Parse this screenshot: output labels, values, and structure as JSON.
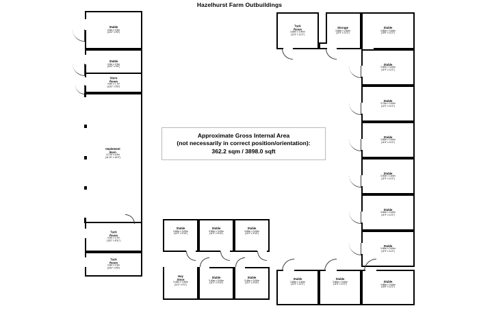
{
  "title": "Hazelhurst Farm Outbuildings",
  "gia": {
    "line1": "Approximate Gross Internal Area",
    "line2": "(not necessarily in correct position/orientation):",
    "line3": "362.2 sqm / 3898.0 sqft"
  },
  "rooms": {
    "left_stable_1": {
      "name": "Stable",
      "metric": "4.9m x 2.9m",
      "imperial": "(16'2\" x 9'6\")"
    },
    "left_stable_2": {
      "name": "Stable",
      "metric": "4.9m x 2.9m",
      "imperial": "(16'2\" x 9'6\")"
    },
    "left_store": {
      "name": "Store",
      "name2": "Room",
      "metric": "4.9m x 1.7m",
      "imperial": "(16'2\" x 5'6\")"
    },
    "implement_barn": {
      "name": "Implement",
      "name2": "Barn",
      "metric": "12.7m x 4.9m",
      "imperial": "(41'10\" x 16'2\")"
    },
    "left_tack_1": {
      "name": "Tack",
      "name2": "Room",
      "metric": "4.9m x 3.7m",
      "imperial": "(16'2\" x 8'11\")"
    },
    "left_tack_2": {
      "name": "Tack",
      "name2": "Room",
      "metric": "4.9m x 1.9m",
      "imperial": "(16'2\" x 6'6\")"
    },
    "top_tack": {
      "name": "Tack",
      "name2": "Room",
      "metric": "3.60m x 3.40m",
      "imperial": "(11'9\" x 11'2\")"
    },
    "top_storage": {
      "name": "Storage",
      "metric": "3.60m x 3.40m",
      "imperial": "(11'9\" x 11'2\")"
    },
    "top_stable": {
      "name": "Stable",
      "metric": "4.80m x 3.40m",
      "imperial": "(15'9\" x 11'2\")"
    },
    "right_stable_1": {
      "name": "Stable",
      "metric": "3.60m x 3.40m",
      "imperial": "(11'9\" x 11'2\")"
    },
    "right_stable_2": {
      "name": "Stable",
      "metric": "3.70m x 3.40m",
      "imperial": "(12'2\" x 11'2\")"
    },
    "right_stable_3": {
      "name": "Stable",
      "metric": "3.60m x 3.40m",
      "imperial": "(11'9\" x 11'2\")"
    },
    "right_stable_4": {
      "name": "Stable",
      "metric": "3.60m x 3.40m",
      "imperial": "(11'9\" x 11'2\")"
    },
    "right_stable_5": {
      "name": "Stable",
      "metric": "3.60m x 3.40m",
      "imperial": "(11'9\" x 11'2\")"
    },
    "right_stable_6": {
      "name": "Stable",
      "metric": "3.60m x 3.40m",
      "imperial": "(11'9\" x 11'2\")"
    },
    "mid_stable_1": {
      "name": "Stable",
      "metric": "3.60m x 3.00m",
      "imperial": "(11'9\" x 9'10\")"
    },
    "mid_stable_2": {
      "name": "Stable",
      "metric": "3.60m x 3.00m",
      "imperial": "(11'9\" x 9'10\")"
    },
    "mid_stable_3": {
      "name": "Stable",
      "metric": "3.60m x 3.00m",
      "imperial": "(11'9\" x 9'10\")"
    },
    "hay_store": {
      "name": "Hay",
      "name2": "Store",
      "metric": "3.40m x 2.80m",
      "imperial": "(11'2\" x 9'2\")"
    },
    "mid_stable_4": {
      "name": "Stable",
      "metric": "3.40m x 3.00m",
      "imperial": "(11'2\" x 9'10\")"
    },
    "mid_stable_5": {
      "name": "Stable",
      "metric": "3.40m x 3.00m",
      "imperial": "(11'2\" x 9'10\")"
    },
    "bot_stable_1": {
      "name": "Stable",
      "metric": "3.60m x 3.40m",
      "imperial": "(11'9\" x 11'2\")"
    },
    "bot_stable_2": {
      "name": "Stable",
      "metric": "3.60m x 3.40m",
      "imperial": "(11'9\" x 11'2\")"
    },
    "bot_stable_3": {
      "name": "Stable",
      "metric": "4.80m x 3.40m",
      "imperial": "(15'9\" x 11'2\")"
    }
  }
}
